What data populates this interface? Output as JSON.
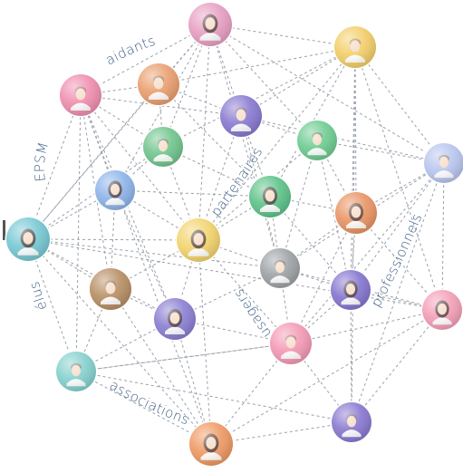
{
  "labels": {
    "aidants": "aidants",
    "epsm": "EPSM",
    "partenaires": "partenaires",
    "professionnels": "professionnels",
    "usagers": "usagers",
    "elus": "élus",
    "associations": "associations"
  },
  "nodes": [
    {
      "id": "n-top",
      "color": "#e8a0c4",
      "person": "female"
    },
    {
      "id": "n-top-right",
      "color": "#f3cf6b",
      "person": "male"
    },
    {
      "id": "n-upper-left",
      "color": "#ef8fb0",
      "person": "male"
    },
    {
      "id": "n-aidant-2",
      "color": "#e9a070",
      "person": "male"
    },
    {
      "id": "n-center-purple",
      "color": "#8a7bd0",
      "person": "male"
    },
    {
      "id": "n-green-left",
      "color": "#72c58e",
      "person": "male"
    },
    {
      "id": "n-green-right",
      "color": "#6fcc92",
      "person": "male"
    },
    {
      "id": "n-right-blue",
      "color": "#b9c6ee",
      "person": "male"
    },
    {
      "id": "n-blue-left",
      "color": "#8fb5ea",
      "person": "female"
    },
    {
      "id": "n-green-center",
      "color": "#5fc38a",
      "person": "female"
    },
    {
      "id": "n-orange-right",
      "color": "#e99566",
      "person": "female"
    },
    {
      "id": "n-left-teal",
      "color": "#79c9d4",
      "person": "female"
    },
    {
      "id": "n-yellow-center",
      "color": "#f3d46f",
      "person": "female"
    },
    {
      "id": "n-gray",
      "color": "#9ea3a6",
      "person": "male"
    },
    {
      "id": "n-brown",
      "color": "#b89066",
      "person": "male"
    },
    {
      "id": "n-purple-right",
      "color": "#8677cf",
      "person": "female"
    },
    {
      "id": "n-pink-right",
      "color": "#f3a0b8",
      "person": "female"
    },
    {
      "id": "n-purple-left",
      "color": "#8c80d2",
      "person": "female"
    },
    {
      "id": "n-pink-center",
      "color": "#f39ab5",
      "person": "male"
    },
    {
      "id": "n-teal-bottom-left",
      "color": "#86d1cf",
      "person": "male"
    },
    {
      "id": "n-purple-bottom",
      "color": "#8a7ad0",
      "person": "male"
    },
    {
      "id": "n-orange-bottom",
      "color": "#ef9a65",
      "person": "female"
    }
  ]
}
